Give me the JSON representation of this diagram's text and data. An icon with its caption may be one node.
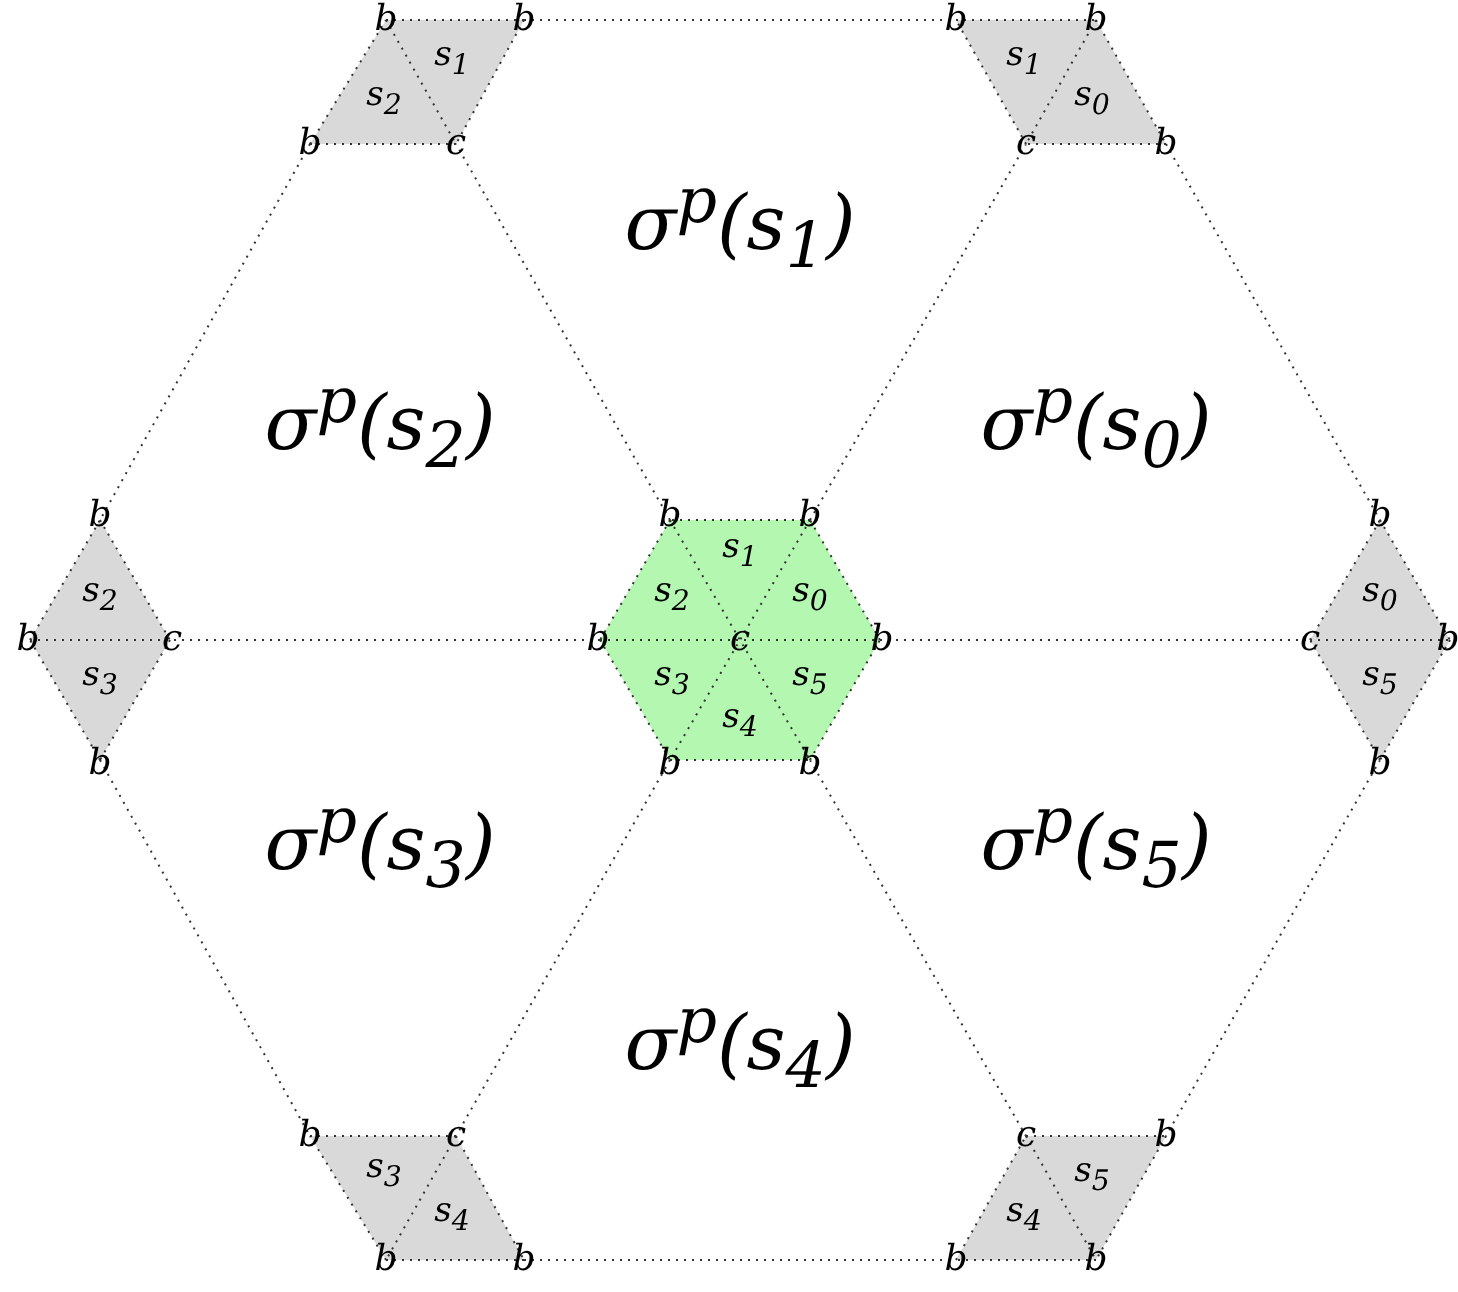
{
  "diagram": {
    "labels": [
      "b",
      "b",
      "b",
      "b",
      "s$_{1}$",
      "s$_{1}$",
      "s$_{2}$",
      "s$_{0}$",
      "b",
      "c",
      "c",
      "b",
      "σ$^{p}$(s$_{1}$)",
      "σ$^{p}$(s$_{2}$)",
      "σ$^{p}$(s$_{0}$)",
      "b",
      "b",
      "b",
      "b",
      "s$_{1}$",
      "s$_{2}$",
      "s$_{2}$",
      "s$_{0}$",
      "s$_{0}$",
      "b",
      "c",
      "b",
      "c",
      "b",
      "c",
      "b",
      "s$_{3}$",
      "s$_{3}$",
      "s$_{5}$",
      "s$_{5}$",
      "s$_{4}$",
      "b",
      "b",
      "b",
      "b",
      "σ$^{p}$(s$_{3}$)",
      "σ$^{p}$(s$_{5}$)",
      "σ$^{p}$(s$_{4}$)",
      "b",
      "c",
      "c",
      "b",
      "s$_{3}$",
      "s$_{5}$",
      "s$_{4}$",
      "s$_{4}$",
      "b",
      "b",
      "b",
      "b"
    ]
  }
}
